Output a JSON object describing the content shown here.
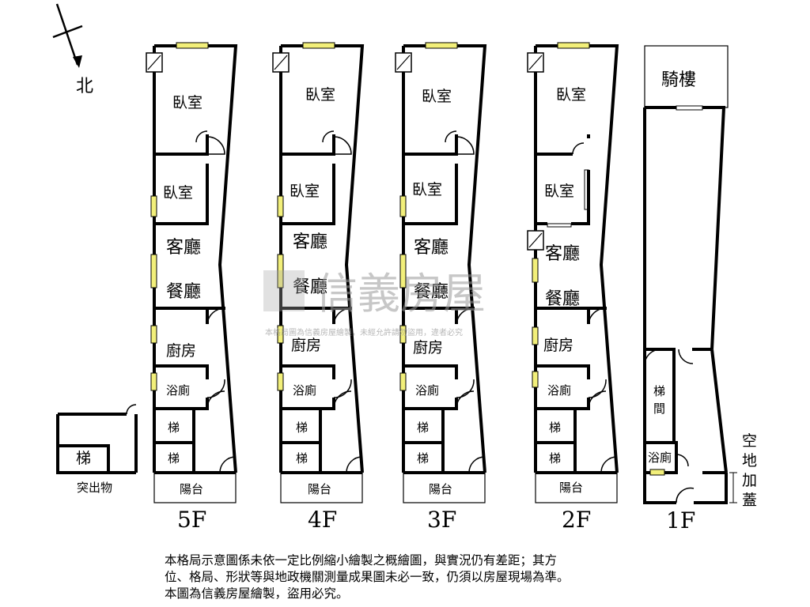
{
  "compass": {
    "label": "北"
  },
  "floors": [
    {
      "label": "5F",
      "rooms": [
        "臥室",
        "臥室",
        "客廳",
        "餐廳",
        "廚房",
        "浴廁",
        "梯",
        "梯",
        "陽台"
      ]
    },
    {
      "label": "4F",
      "rooms": [
        "臥室",
        "臥室",
        "客廳",
        "餐廳",
        "廚房",
        "浴廁",
        "梯",
        "梯",
        "陽台"
      ]
    },
    {
      "label": "3F",
      "rooms": [
        "臥室",
        "臥室",
        "客廳",
        "餐廳",
        "廚房",
        "浴廁",
        "梯",
        "梯",
        "陽台"
      ]
    },
    {
      "label": "2F",
      "rooms": [
        "臥室",
        "臥室",
        "客廳",
        "餐廳",
        "廚房",
        "浴廁",
        "梯",
        "梯",
        "陽台"
      ]
    }
  ],
  "ground_floor": {
    "label": "1F",
    "arcade": "騎樓",
    "stairwell": "梯間",
    "bathroom": "浴廁",
    "open_space": "空地加蓋"
  },
  "protrusion": {
    "stair": "梯",
    "label": "突出物"
  },
  "watermark": {
    "brand": "信義房屋",
    "notice": "本格局圖為信義房屋繪製，未經允許請勿盜用，違者必究"
  },
  "disclaimer": [
    "本格局示意圖係未依一定比例縮小繪製之概繪圖，與實況仍有差距；其方",
    "位、格局、形狀等與地政機關測量成果圖未必一致，仍須以房屋現場為準。",
    "本圖為信義房屋繪製，盜用必究。"
  ]
}
